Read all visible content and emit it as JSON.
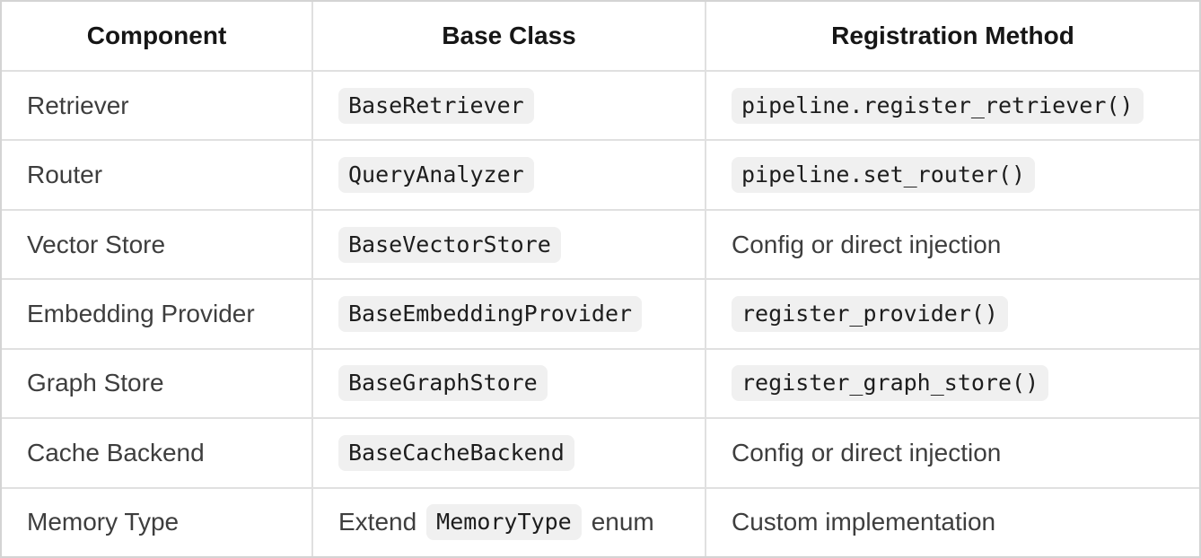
{
  "theme": {
    "code_background": "#f0f0f0",
    "code_text": "#1d1d1d",
    "outer_border": "#d4d4d4",
    "inner_border": "#e0e0e0",
    "header_text": "#161616",
    "body_text": "#3e3e3e"
  },
  "table": {
    "columns": [
      "Component",
      "Base Class",
      "Registration Method"
    ],
    "rows": [
      {
        "component": "Retriever",
        "base": {
          "code": "BaseRetriever"
        },
        "registration": {
          "code": "pipeline.register_retriever()"
        }
      },
      {
        "component": "Router",
        "base": {
          "code": "QueryAnalyzer"
        },
        "registration": {
          "code": "pipeline.set_router()"
        }
      },
      {
        "component": "Vector Store",
        "base": {
          "code": "BaseVectorStore"
        },
        "registration": {
          "text": "Config or direct injection"
        }
      },
      {
        "component": "Embedding Provider",
        "base": {
          "code": "BaseEmbeddingProvider"
        },
        "registration": {
          "code": "register_provider()"
        }
      },
      {
        "component": "Graph Store",
        "base": {
          "code": "BaseGraphStore"
        },
        "registration": {
          "code": "register_graph_store()"
        }
      },
      {
        "component": "Cache Backend",
        "base": {
          "code": "BaseCacheBackend"
        },
        "registration": {
          "text": "Config or direct injection"
        }
      },
      {
        "component": "Memory Type",
        "base": {
          "text": "Extend",
          "code": "MemoryType",
          "text_after": "enum"
        },
        "registration": {
          "text": "Custom implementation"
        }
      }
    ]
  }
}
